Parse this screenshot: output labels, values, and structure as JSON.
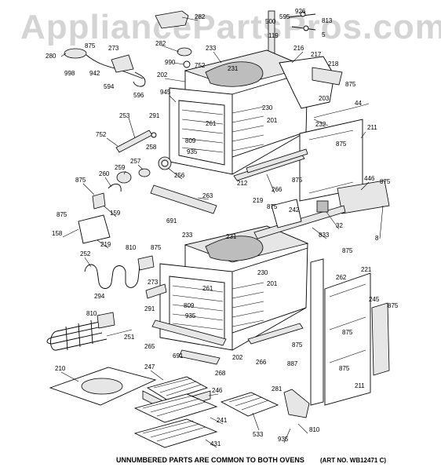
{
  "watermark": "AppliancePartsPros.com",
  "footer_note": "UNNUMBERED PARTS ARE COMMON TO BOTH OVENS",
  "art_number": "(ART NO. WB12471 C)",
  "upper_labels": {
    "l282a": "282",
    "l282b": "282",
    "l500": "500",
    "l595": "595",
    "l926": "926",
    "l813": "813",
    "l5": "5",
    "l119": "119",
    "l280": "280",
    "l875a": "875",
    "l273a": "273",
    "l998": "998",
    "l942": "942",
    "l594": "594",
    "l596": "596",
    "l990": "990",
    "l752a": "752",
    "l233a": "233",
    "l216": "216",
    "l217": "217",
    "l218": "218",
    "l875b": "875",
    "l202a": "202",
    "l231a": "231",
    "l203": "203",
    "l44": "44",
    "l945": "945",
    "l230a": "230",
    "l201a": "201",
    "l253": "253",
    "l291a": "291",
    "l261a": "261",
    "l809a": "809",
    "l232": "232",
    "l211a": "211",
    "l752b": "752",
    "l258": "258",
    "l935a": "935",
    "l875c": "875",
    "l257": "257",
    "l259": "259",
    "l260": "260",
    "l256": "256",
    "l212": "212",
    "l266a": "266",
    "l875d": "875",
    "l446": "446",
    "l875e": "875"
  },
  "middle_labels": {
    "l875f": "875",
    "l263": "263",
    "l219a": "219",
    "l875g": "875",
    "l242": "242",
    "l159": "159",
    "l32": "32",
    "l875h": "875",
    "l691a": "691",
    "l833": "833",
    "l8": "8",
    "l158": "158",
    "l219b": "219"
  },
  "lower_labels": {
    "l252": "252",
    "l810a": "810",
    "l875i": "875",
    "l233b": "233",
    "l231b": "231",
    "l875j": "875",
    "l262": "262",
    "l221": "221",
    "l273b": "273",
    "l230b": "230",
    "l201b": "201",
    "l294": "294",
    "l261b": "261",
    "l245": "245",
    "l875k": "875",
    "l291b": "291",
    "l809b": "809",
    "l935b": "935",
    "l810b": "810",
    "l251": "251",
    "l875l": "875",
    "l875m": "875",
    "l265": "265",
    "l691b": "691",
    "l202b": "202",
    "l266b": "266",
    "l268": "268",
    "l887": "887",
    "l875n": "875",
    "l211b": "211",
    "l210": "210",
    "l247": "247",
    "l246": "246",
    "l281": "281",
    "l241": "241",
    "l533": "533",
    "l810c": "810",
    "l935c": "935",
    "l431": "431"
  }
}
